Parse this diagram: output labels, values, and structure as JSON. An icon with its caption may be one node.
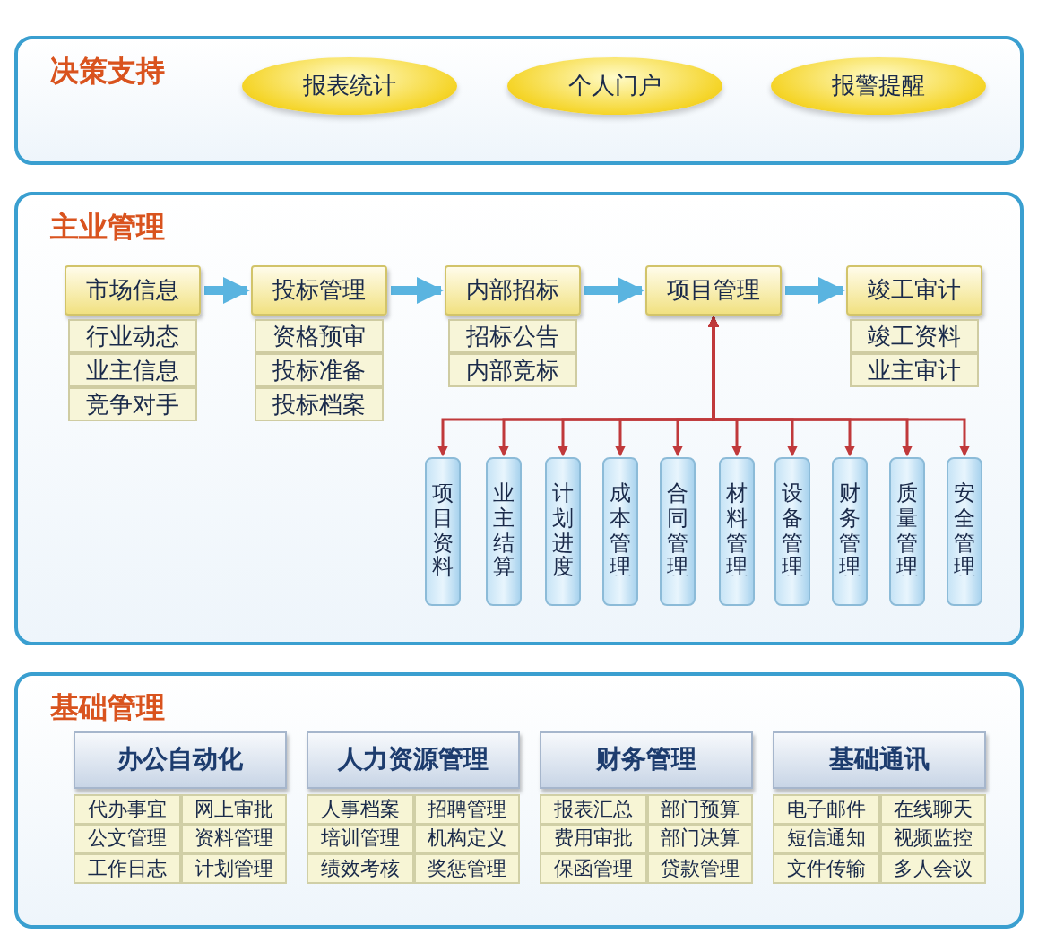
{
  "diagram": {
    "nodes": [
      {
        "text": [
          "决策支持"
        ]
      },
      {
        "text": [
          "报表统计"
        ],
        "in": 0
      },
      {
        "text": [
          "个人门户"
        ],
        "in": 0
      },
      {
        "text": [
          "报警提醒"
        ],
        "in": 0
      },
      {
        "text": [
          "主业管理"
        ]
      },
      {
        "text": [
          "市场信息"
        ],
        "in": 4
      },
      {
        "text": [
          "行业动态"
        ],
        "in": 4
      },
      {
        "text": [
          "业主信息"
        ],
        "in": 4
      },
      {
        "text": [
          "竞争对手"
        ],
        "in": 4
      },
      {
        "text": [
          "投标管理"
        ],
        "in": 4
      },
      {
        "text": [
          "资格预审"
        ],
        "in": 4
      },
      {
        "text": [
          "投标准备"
        ],
        "in": 4
      },
      {
        "text": [
          "投标档案"
        ],
        "in": 4
      },
      {
        "text": [
          "内部招标"
        ],
        "in": 4
      },
      {
        "text": [
          "招标公告"
        ],
        "in": 4
      },
      {
        "text": [
          "内部竞标"
        ],
        "in": 4
      },
      {
        "text": [
          "项目管理"
        ],
        "in": 4
      },
      {
        "text": [
          "竣工审计"
        ],
        "in": 4
      },
      {
        "text": [
          "竣工资料"
        ],
        "in": 4
      },
      {
        "text": [
          "业主审计"
        ],
        "in": 4
      },
      {
        "text": [
          "项目资料"
        ],
        "in": 4
      },
      {
        "text": [
          "业主结算"
        ],
        "in": 4
      },
      {
        "text": [
          "计划进度"
        ],
        "in": 4
      },
      {
        "text": [
          "成本管理"
        ],
        "in": 4
      },
      {
        "text": [
          "合同管理"
        ],
        "in": 4
      },
      {
        "text": [
          "材料管理"
        ],
        "in": 4
      },
      {
        "text": [
          "设备管理"
        ],
        "in": 4
      },
      {
        "text": [
          "财务管理"
        ],
        "in": 4
      },
      {
        "text": [
          "质量管理"
        ],
        "in": 4
      },
      {
        "text": [
          "安全管理"
        ],
        "in": 4
      },
      {
        "text": [
          "基础管理"
        ]
      },
      {
        "text": [
          "办公自动化"
        ],
        "in": 30
      },
      {
        "text": [
          "代办事宜"
        ],
        "in": 30
      },
      {
        "text": [
          "网上审批"
        ],
        "in": 30
      },
      {
        "text": [
          "公文管理"
        ],
        "in": 30
      },
      {
        "text": [
          "资料管理"
        ],
        "in": 30
      },
      {
        "text": [
          "工作日志"
        ],
        "in": 30
      },
      {
        "text": [
          "计划管理"
        ],
        "in": 30
      },
      {
        "text": [
          "人力资源管理"
        ],
        "in": 30
      },
      {
        "text": [
          "人事档案"
        ],
        "in": 30
      },
      {
        "text": [
          "招聘管理"
        ],
        "in": 30
      },
      {
        "text": [
          "培训管理"
        ],
        "in": 30
      },
      {
        "text": [
          "机构定义"
        ],
        "in": 30
      },
      {
        "text": [
          "绩效考核"
        ],
        "in": 30
      },
      {
        "text": [
          "奖惩管理"
        ],
        "in": 30
      },
      {
        "text": [
          "财务管理"
        ],
        "in": 30
      },
      {
        "text": [
          "报表汇总"
        ],
        "in": 30
      },
      {
        "text": [
          "部门预算"
        ],
        "in": 30
      },
      {
        "text": [
          "费用审批"
        ],
        "in": 30
      },
      {
        "text": [
          "部门决算"
        ],
        "in": 30
      },
      {
        "text": [
          "保函管理"
        ],
        "in": 30
      },
      {
        "text": [
          "贷款管理"
        ],
        "in": 30
      },
      {
        "text": [
          "基础通讯"
        ],
        "in": 30
      },
      {
        "text": [
          "电子邮件"
        ],
        "in": 30
      },
      {
        "text": [
          "在线聊天"
        ],
        "in": 30
      },
      {
        "text": [
          "短信通知"
        ],
        "in": 30
      },
      {
        "text": [
          "视频监控"
        ],
        "in": 30
      },
      {
        "text": [
          "文件传输"
        ],
        "in": 30
      },
      {
        "text": [
          "多人会议"
        ],
        "in": 30
      }
    ],
    "edges": [
      {
        "from": 5,
        "to": 9,
        "arrow": "to",
        "style": "thick",
        "color": "#5ab4e0"
      },
      {
        "from": 9,
        "to": 13,
        "arrow": "to",
        "style": "thick",
        "color": "#5ab4e0"
      },
      {
        "from": 13,
        "to": 16,
        "arrow": "to",
        "style": "thick",
        "color": "#5ab4e0"
      },
      {
        "from": 16,
        "to": 17,
        "arrow": "to",
        "style": "thick",
        "color": "#5ab4e0"
      },
      {
        "from": 16,
        "to": 20,
        "arrow": "both",
        "color": "#c0393b"
      },
      {
        "from": 16,
        "to": 21,
        "arrow": "both",
        "color": "#c0393b"
      },
      {
        "from": 16,
        "to": 22,
        "arrow": "both",
        "color": "#c0393b"
      },
      {
        "from": 16,
        "to": 23,
        "arrow": "both",
        "color": "#c0393b"
      },
      {
        "from": 16,
        "to": 24,
        "arrow": "both",
        "color": "#c0393b"
      },
      {
        "from": 16,
        "to": 25,
        "arrow": "both",
        "color": "#c0393b"
      },
      {
        "from": 16,
        "to": 26,
        "arrow": "both",
        "color": "#c0393b"
      },
      {
        "from": 16,
        "to": 27,
        "arrow": "both",
        "color": "#c0393b"
      },
      {
        "from": 16,
        "to": 28,
        "arrow": "both",
        "color": "#c0393b"
      },
      {
        "from": 16,
        "to": 29,
        "arrow": "both",
        "color": "#c0393b"
      }
    ]
  }
}
